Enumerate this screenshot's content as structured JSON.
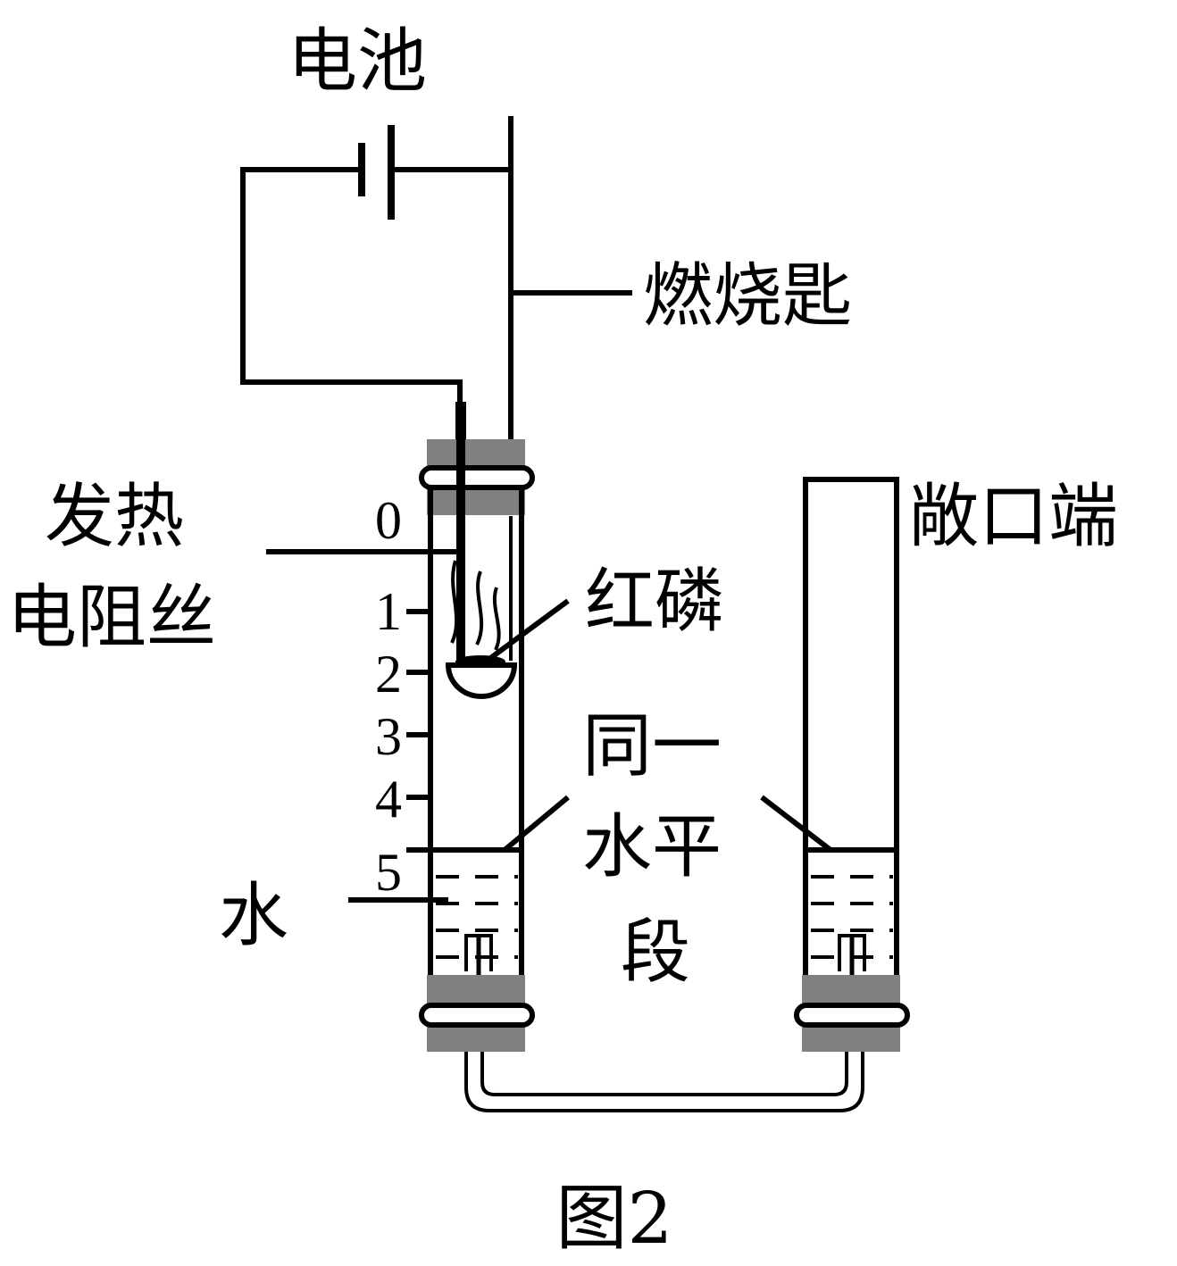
{
  "labels": {
    "battery": "电池",
    "spoon": "燃烧匙",
    "heating_wire_line1": "发热",
    "heating_wire_line2": "电阻丝",
    "red_phosphorus": "红磷",
    "open_end": "敞口端",
    "water": "水",
    "same_level_1": "同一",
    "same_level_2": "水平",
    "same_level_3": "段",
    "figure_caption": "图2"
  },
  "scale_ticks": [
    "0",
    "1",
    "2",
    "3",
    "4",
    "5"
  ],
  "colors": {
    "stroke": "#000000",
    "stopper": "#808080",
    "background": "#ffffff"
  }
}
